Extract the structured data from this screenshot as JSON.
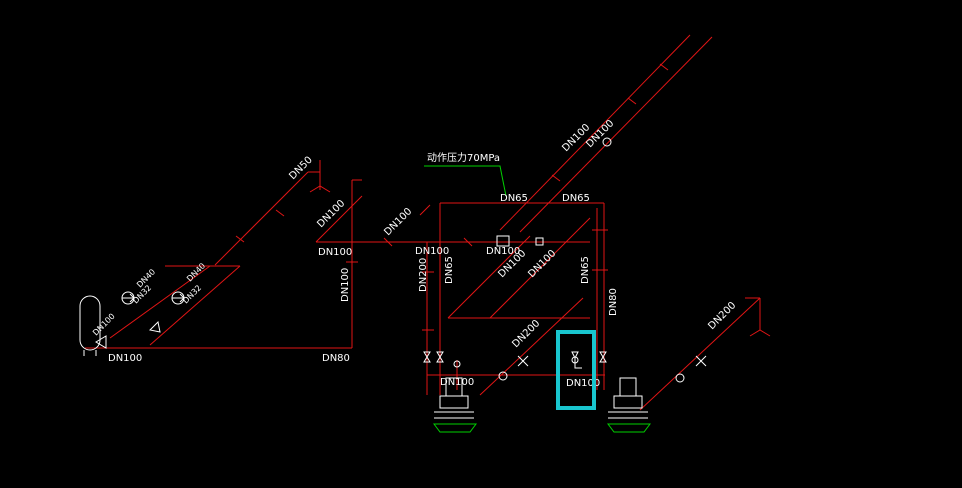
{
  "colors": {
    "background": "#000000",
    "pipe": "#e01515",
    "label": "#ffffff",
    "equipment": "#ffffff",
    "leader": "#00d000",
    "base": "#00d000",
    "selection": "#19c6cf"
  },
  "labels": {
    "pressure_note": "动作压力70MPa",
    "dn50_top": "DN50",
    "dn100_left_riser": "DN100",
    "dn100_main": "DN100",
    "dn100_mid": "DN100",
    "dn100_mid2": "DN100",
    "dn100_vertical": "DN100",
    "dn80_bottom": "DN80",
    "dn100_bottom_left": "DN100",
    "dn100_tank": "DN100",
    "dn65_top": "DN65",
    "dn65_top_right": "DN65",
    "dn65_valve": "DN65",
    "dn65_vertical": "DN65",
    "dn100_diag1": "DN100",
    "dn100_diag2": "DN100",
    "dn100_diag3": "DN100",
    "dn100_long1": "DN100",
    "dn100_long2": "DN100",
    "dn80_right": "DN80",
    "dn200_suction": "DN200",
    "dn200_right": "DN200",
    "dn200_left_suction": "DN200",
    "dn100_pump1": "DN100",
    "dn100_highlight": "DN100",
    "dn32_a": "DN32",
    "dn32_b": "DN32",
    "dn40_a": "DN40",
    "dn40_b": "DN40"
  }
}
